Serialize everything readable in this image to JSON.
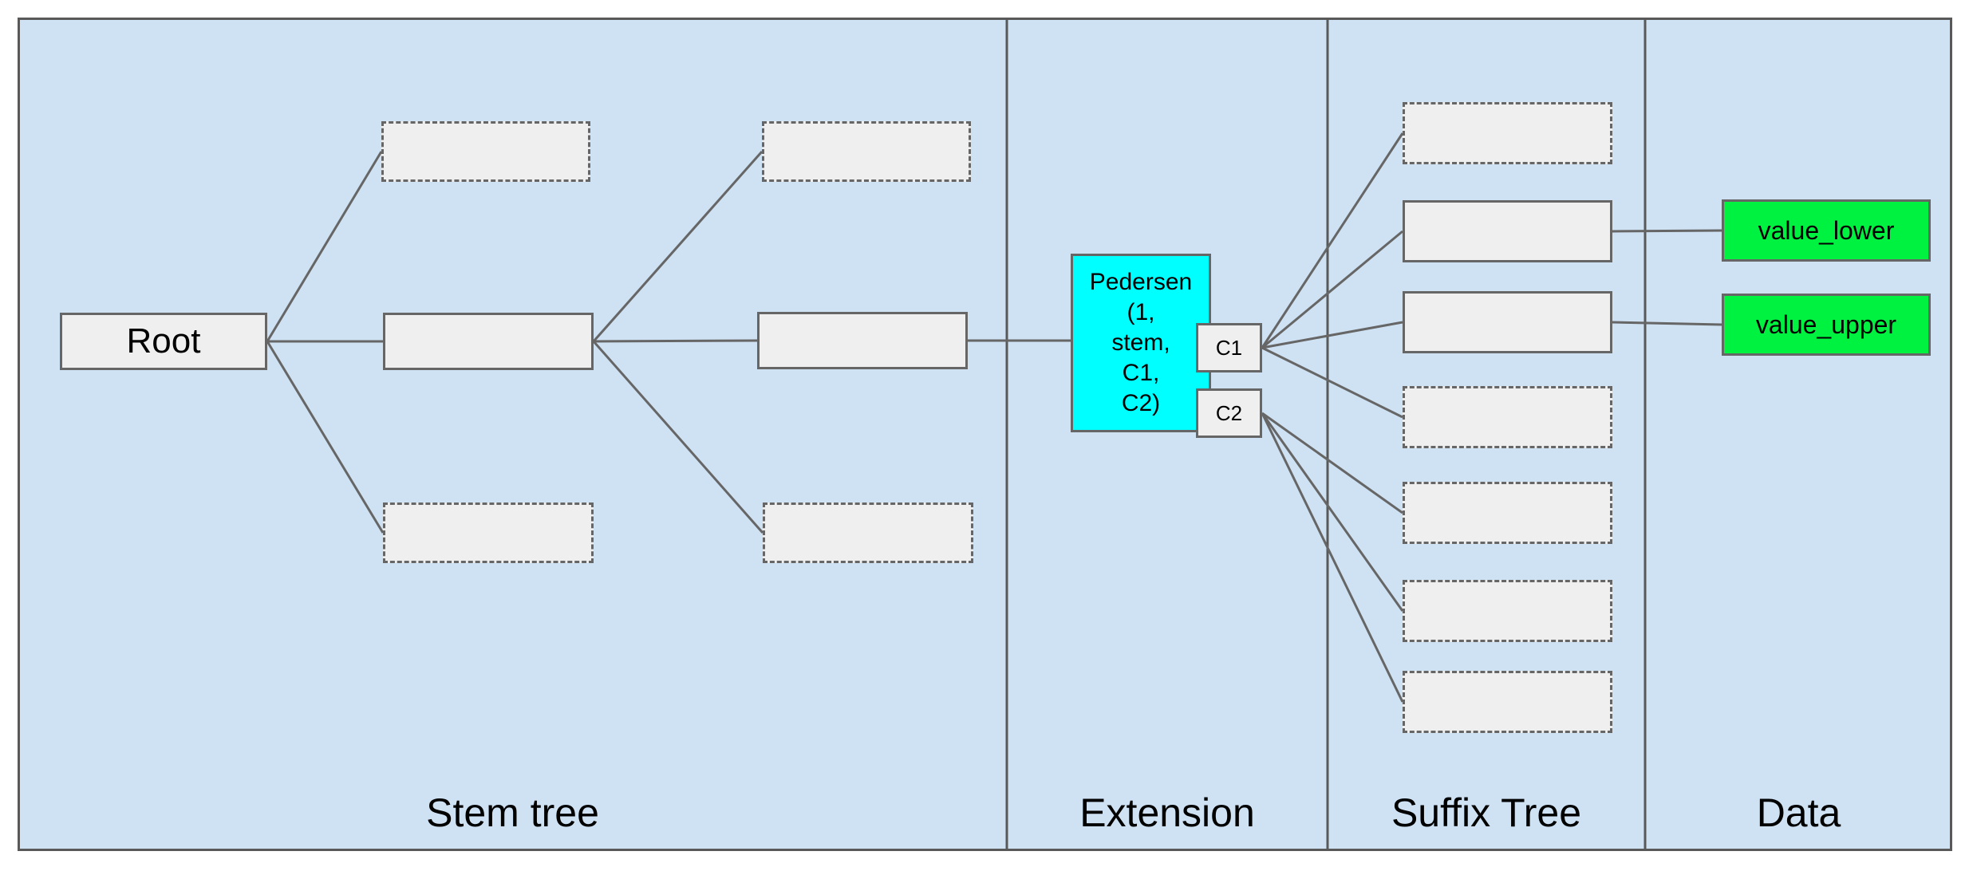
{
  "diagram": {
    "title": "Stem tree extension diagram",
    "colors": {
      "canvas_fill": "#CFE2F3",
      "frame_stroke": "#595959",
      "connector_stroke": "#666666",
      "node_fill": "#EFEFEF",
      "node_stroke": "#666666",
      "extension_node_fill": "#00FFFF",
      "data_node_fill": "#00F241",
      "text_color": "#000000"
    },
    "sections": [
      {
        "label": "Stem tree"
      },
      {
        "label": "Extension"
      },
      {
        "label": "Suffix Tree"
      },
      {
        "label": "Data"
      }
    ],
    "stem_tree": {
      "root_label": "Root",
      "level1_placeholder_count": 2,
      "level2_placeholder_count": 2,
      "empty_node_count": 2
    },
    "extension": {
      "pedersen_lines": [
        "Pedersen",
        "(1,",
        "stem,",
        "C1,",
        "C2)"
      ],
      "c1_label": "C1",
      "c2_label": "C2"
    },
    "suffix_tree": {
      "row_count": 7,
      "solid_rows": [
        2,
        3
      ],
      "dashed_rows": [
        1,
        4,
        5,
        6,
        7
      ],
      "c1_connects_rows": [
        1,
        2,
        3,
        4
      ],
      "c2_connects_rows": [
        5,
        6,
        7
      ]
    },
    "data": {
      "value_lower_label": "value_lower",
      "value_upper_label": "value_upper"
    }
  }
}
